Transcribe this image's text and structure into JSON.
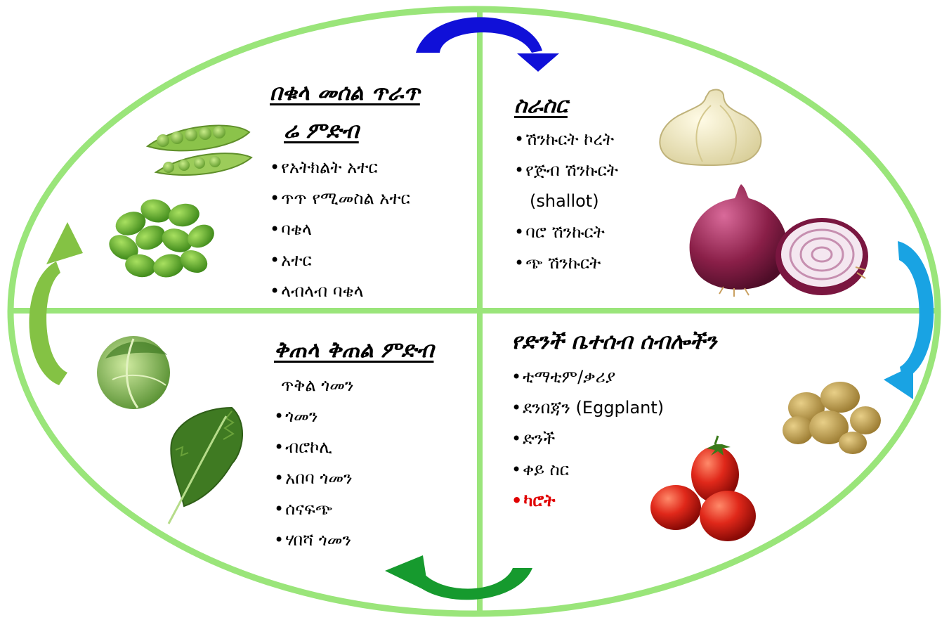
{
  "colors": {
    "ellipse": "#9ae57a",
    "arrow_top": "#1010d8",
    "arrow_right": "#19a3e3",
    "arrow_bottom": "#169a2e",
    "arrow_left": "#84c244",
    "highlight": "#e00000"
  },
  "quadrants": {
    "top_left": {
      "heading_line1": "በቁላ መሰል ጥራጥ",
      "heading_line2": "ሬ ምድብ",
      "items": [
        "የአትክልት አተር",
        "ጥጥ የሚመስል አተር",
        "ባቄላ",
        "አተር",
        "ላብላብ ባቄላ"
      ]
    },
    "top_right": {
      "heading": "ስራስር",
      "items": [
        "ሽንኩርት ኮረት",
        "የጅብ ሽንኩርት",
        "(shallot)",
        "ባሮ ሽንኩርት",
        "ጭ ሽንኩርት"
      ]
    },
    "bottom_left": {
      "heading": "ቅጠላ ቅጠል ምድብ",
      "subheading": "ጥቅል ጎመን",
      "items": [
        "ጎመን",
        "ብሮኮሊ",
        "አበባ ጎመን",
        "ሰናፍጭ",
        "ሃበሻ ጎመን"
      ]
    },
    "bottom_right": {
      "heading": "የድንች ቤተሰብ ሰብሎችን",
      "items": [
        "ቲማቲም/ቃሪያ",
        "ደንበጃን (Eggplant)",
        "ድንች",
        "ቀይ ስር"
      ],
      "highlight_item": "ካሮት"
    }
  },
  "pictures": [
    "pea-pods",
    "fava-beans",
    "garlic",
    "red-onion",
    "cabbage",
    "kale-leaf",
    "potatoes",
    "tomatoes"
  ]
}
